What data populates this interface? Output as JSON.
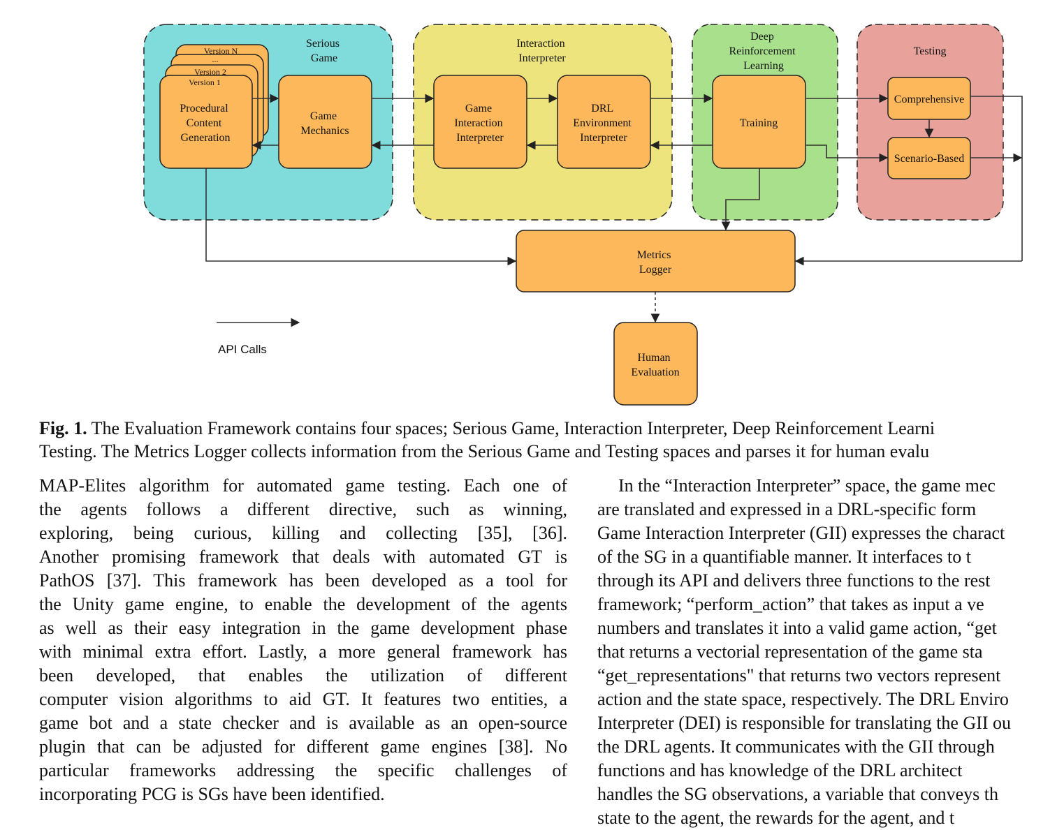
{
  "figure": {
    "spaces": {
      "serious_game": [
        "Serious",
        "Game"
      ],
      "interaction_interpreter": [
        "Interaction",
        "Interpreter"
      ],
      "deep_rl": [
        "Deep",
        "Reinforcement",
        "Learning"
      ],
      "testing": [
        "Testing"
      ]
    },
    "versions": [
      "Version N",
      "...",
      "Version 2",
      "Version 1"
    ],
    "boxes": {
      "pcg": [
        "Procedural",
        "Content",
        "Generation"
      ],
      "game_mechanics": [
        "Game",
        "Mechanics"
      ],
      "gii": [
        "Game",
        "Interaction",
        "Interpreter"
      ],
      "dei": [
        "DRL",
        "Environment",
        "Interpreter"
      ],
      "training": [
        "Training"
      ],
      "comprehensive": [
        "Comprehensive"
      ],
      "scenario_based": [
        "Scenario-Based"
      ],
      "metrics_logger": [
        "Metrics",
        "Logger"
      ],
      "human_evaluation": [
        "Human",
        "Evaluation"
      ]
    },
    "legend": "API Calls",
    "colors": {
      "serious_game_bg": "#80dbdb",
      "interaction_bg": "#ede47e",
      "drl_bg": "#a8e08c",
      "testing_bg": "#e8a19b",
      "box_fill": "#fdb85b"
    }
  },
  "caption": {
    "label": "Fig. 1.",
    "line1": " The Evaluation Framework contains four spaces; Serious Game, Interaction Interpreter, Deep Reinforcement Learni",
    "line2": "Testing. The Metrics Logger collects information from the Serious Game and Testing spaces and parses it for human evalu"
  },
  "body_left": [
    "MAP-Elites algorithm for automated game testing. Each one of",
    "the agents follows a different directive, such as winning,",
    "exploring, being curious, killing and collecting [35], [36].",
    "Another promising framework that deals with automated GT is",
    "PathOS [37]. This framework has been developed as a tool for",
    "the Unity game engine, to enable the development of the agents",
    "as well as their easy integration in the game development phase",
    "with minimal extra effort. Lastly, a more general framework has",
    "been developed, that enables the utilization of different",
    "computer vision algorithms to aid GT. It features two entities, a",
    "game bot and a state checker and is available as an open-source",
    "plugin that can be adjusted for different game engines [38]. No",
    "particular frameworks addressing the specific challenges of",
    "incorporating PCG is SGs have been identified."
  ],
  "body_right": [
    "In the “Interaction Interpreter” space, the game mec",
    "are translated and expressed in a DRL-specific form",
    "Game Interaction Interpreter (GII) expresses the charact",
    "of the SG in a quantifiable manner. It interfaces to t",
    "through its API and delivers three functions to the rest",
    "framework; “perform_action” that takes as input a ve",
    "numbers and translates it into a valid game action, “get",
    "that returns a vectorial representation of the game sta",
    "“get_representations\" that returns two vectors represent",
    "action and the state space, respectively. The DRL Enviro",
    "Interpreter (DEI) is responsible for translating the GII ou",
    "the DRL agents. It communicates with the GII through",
    "functions and has knowledge of the DRL architect",
    "handles the SG observations, a variable that conveys th",
    "state to the agent, the rewards for the agent, and t"
  ]
}
